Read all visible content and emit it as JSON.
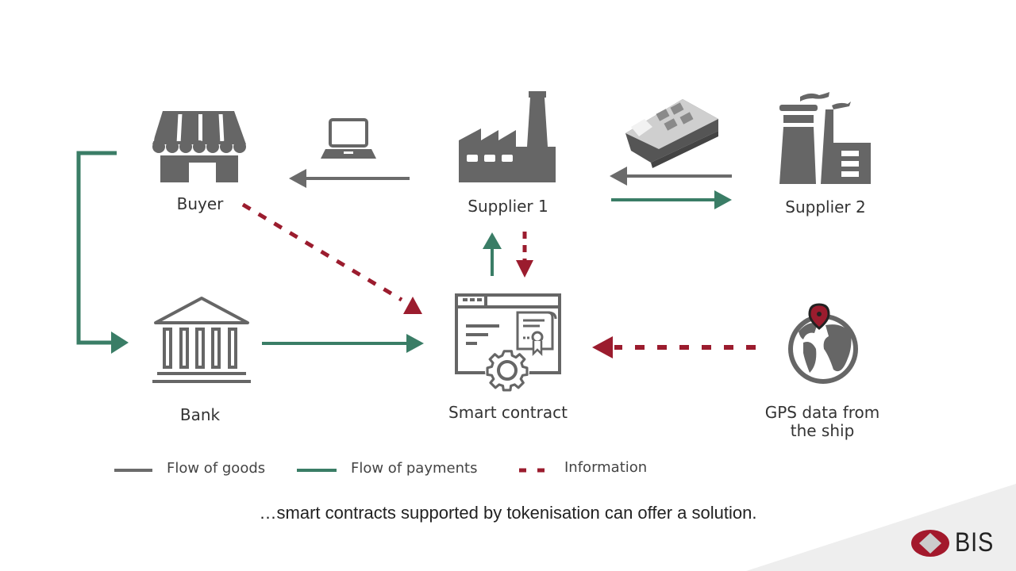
{
  "diagram": {
    "nodes": {
      "buyer": {
        "label": "Buyer",
        "icon": "storefront-icon"
      },
      "supplier1": {
        "label": "Supplier 1",
        "icon": "factory-icon"
      },
      "supplier2": {
        "label": "Supplier 2",
        "icon": "power-plant-icon"
      },
      "bank": {
        "label": "Bank",
        "icon": "bank-icon"
      },
      "smart_contract": {
        "label": "Smart contract",
        "icon": "contract-gear-icon"
      },
      "gps": {
        "label_line1": "GPS data from",
        "label_line2": "the ship",
        "icon": "globe-pin-icon"
      }
    },
    "extra_icons": [
      "laptop-icon",
      "cargo-ship-icon"
    ],
    "edges": [
      {
        "from": "Supplier 1",
        "to": "Buyer",
        "type": "goods"
      },
      {
        "from": "Supplier 2",
        "to": "Supplier 1",
        "type": "goods"
      },
      {
        "from": "Supplier 1",
        "to": "Supplier 2",
        "type": "payments"
      },
      {
        "from": "Buyer",
        "to": "Bank",
        "type": "payments"
      },
      {
        "from": "Bank",
        "to": "Smart contract",
        "type": "payments"
      },
      {
        "from": "Smart contract",
        "to": "Supplier 1",
        "type": "payments"
      },
      {
        "from": "Supplier 1",
        "to": "Smart contract",
        "type": "information"
      },
      {
        "from": "Buyer",
        "to": "Smart contract",
        "type": "information"
      },
      {
        "from": "GPS data from the ship",
        "to": "Smart contract",
        "type": "information"
      }
    ]
  },
  "legend": {
    "goods": "Flow of goods",
    "payments": "Flow of payments",
    "information": "Information"
  },
  "caption": "…smart contracts supported by tokenisation can offer a solution.",
  "logo": {
    "text": "BIS"
  },
  "colors": {
    "goods": "#6b6b6b",
    "payments": "#3a7d66",
    "information": "#9b1c2e",
    "icon": "#666666",
    "logo_red": "#a3192c"
  }
}
